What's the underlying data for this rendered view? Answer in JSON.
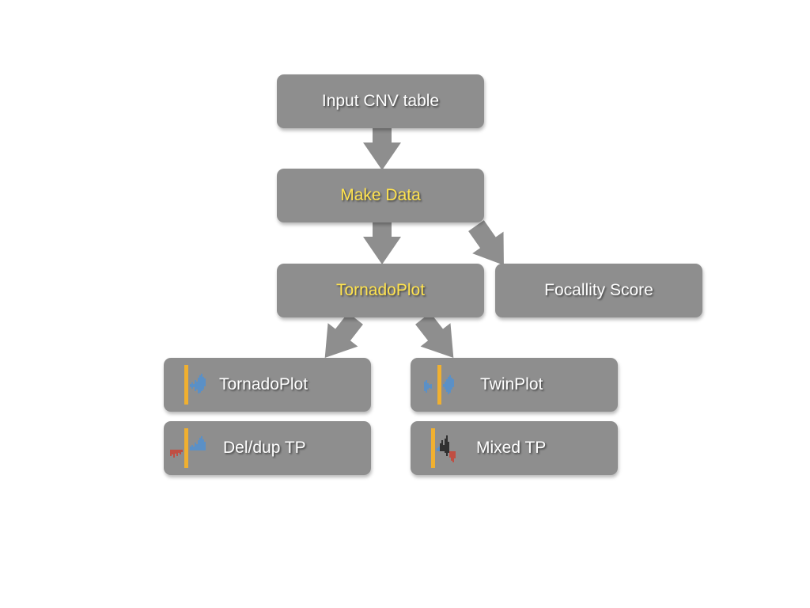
{
  "colors": {
    "node_fill": "#8e8e8e",
    "text": "#ffffff",
    "highlight_text": "#ffe34f",
    "arrow": "#8e8e8e",
    "icon_bar": "#f0b030",
    "icon_blue": "#4a90d9",
    "icon_red": "#d03a2a",
    "icon_black": "#111111"
  },
  "nodes": {
    "input": {
      "label": "Input CNV table"
    },
    "make_data": {
      "label": "Make Data"
    },
    "tornado_top": {
      "label": "TornadoPlot"
    },
    "focality": {
      "label": "Focallity Score"
    },
    "tornado_plot": {
      "label": "TornadoPlot",
      "icon": "tornado-plot-icon"
    },
    "twin_plot": {
      "label": "TwinPlot",
      "icon": "twin-plot-icon"
    },
    "deldup_tp": {
      "label": "Del/dup TP",
      "icon": "deldup-tp-icon"
    },
    "mixed_tp": {
      "label": "Mixed TP",
      "icon": "mixed-tp-icon"
    }
  },
  "edges": [
    {
      "from": "input",
      "to": "make_data"
    },
    {
      "from": "make_data",
      "to": "tornado_top"
    },
    {
      "from": "make_data",
      "to": "focality"
    },
    {
      "from": "tornado_top",
      "to": "tornado_plot"
    },
    {
      "from": "tornado_top",
      "to": "twin_plot"
    }
  ]
}
